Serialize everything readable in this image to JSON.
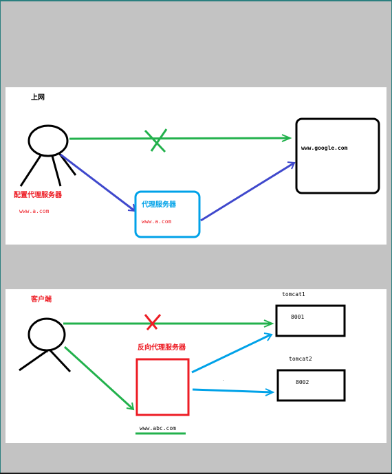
{
  "forward": {
    "title": "上网",
    "client_label": "配置代理服务器",
    "client_url": "www.a.com",
    "proxy_label": "代理服务器",
    "proxy_url": "www.a.com",
    "target_url": "www.google.com"
  },
  "reverse": {
    "client_label": "客户端",
    "proxy_label": "反向代理服务器",
    "proxy_url": "www.abc.com",
    "server1_name": "tomcat1",
    "server1_port": "8001",
    "server2_name": "tomcat2",
    "server2_port": "8002"
  },
  "colors": {
    "green": "#22b14c",
    "blue_arrow": "#3f48cc",
    "cyan": "#00a2e8",
    "red": "#ed1c24",
    "black": "#000000"
  }
}
